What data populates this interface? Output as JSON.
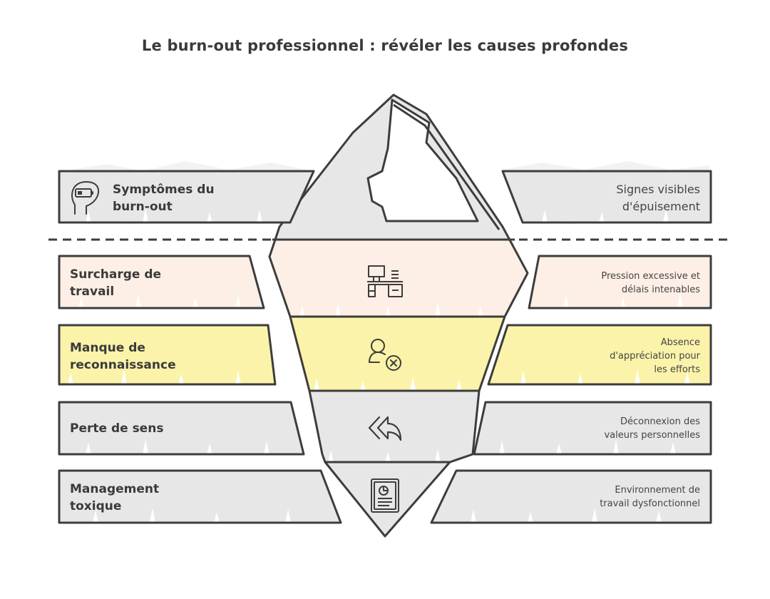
{
  "title": "Le burn-out professionnel : révéler les causes profondes",
  "colors": {
    "stroke": "#3d3d3d",
    "grey_fill": "#e7e7e7",
    "peach_fill": "#fdefe5",
    "yellow_fill": "#fbf3a9",
    "white": "#ffffff"
  },
  "top": {
    "label": [
      "Symptômes du",
      "burn-out"
    ],
    "description": [
      "Signes visibles",
      "d'épuisement"
    ],
    "icon": "head-battery-icon"
  },
  "layers": [
    {
      "label": [
        "Surcharge de",
        "travail"
      ],
      "description": [
        "Pression excessive et",
        "délais intenables"
      ],
      "icon": "desk-workstation-icon",
      "fill": "peach"
    },
    {
      "label": [
        "Manque de",
        "reconnaissance"
      ],
      "description": [
        "Absence",
        "d'appréciation pour",
        "les efforts"
      ],
      "icon": "user-cross-icon",
      "fill": "yellow"
    },
    {
      "label": [
        "Perte de sens"
      ],
      "description": [
        "Déconnexion des",
        "valeurs personnelles"
      ],
      "icon": "reply-all-arrow-icon",
      "fill": "grey"
    },
    {
      "label": [
        "Management",
        "toxique"
      ],
      "description": [
        "Environnement de",
        "travail dysfonctionnel"
      ],
      "icon": "report-document-icon",
      "fill": "grey"
    }
  ]
}
